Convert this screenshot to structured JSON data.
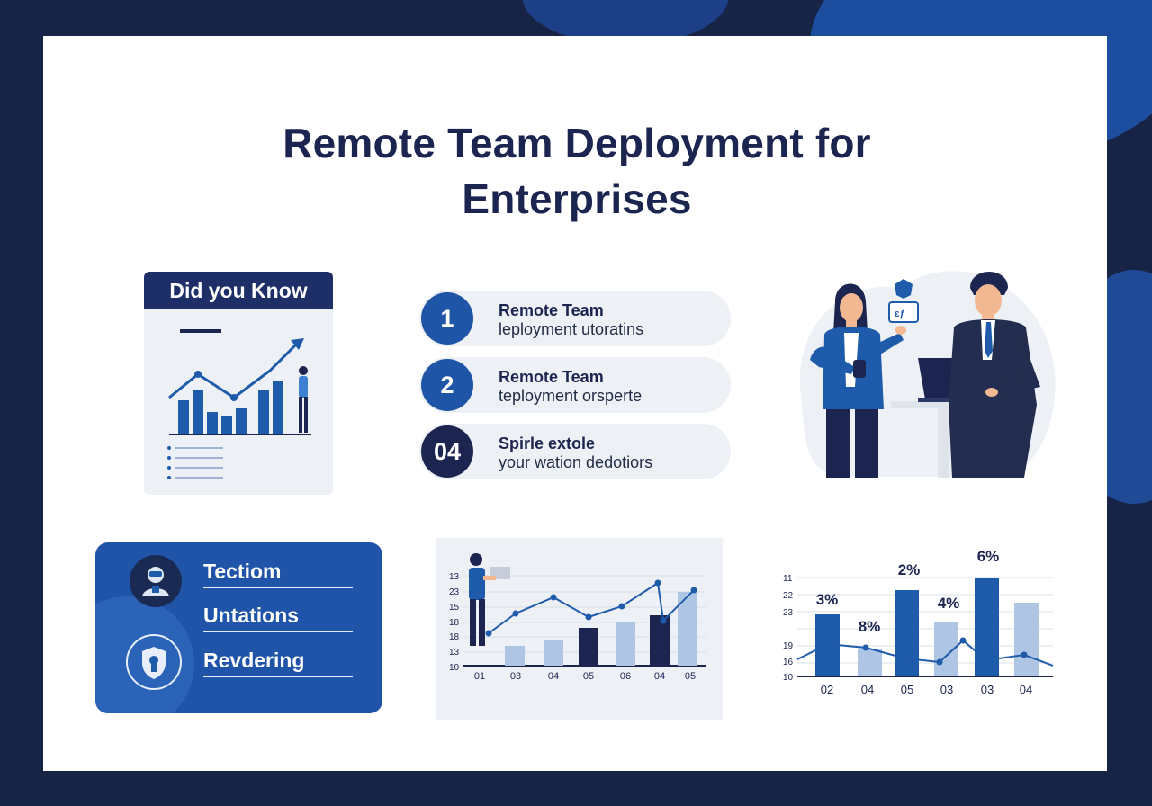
{
  "title_lines": [
    "Remote Team Deployment for",
    "Enterprises"
  ],
  "did_you_know": {
    "heading": "Did you Know"
  },
  "steps": [
    {
      "number": "1",
      "title": "Remote Team",
      "subtitle": "leployment utoratins",
      "color": "#1f55a6"
    },
    {
      "number": "2",
      "title": "Remote Team",
      "subtitle": "teployment orsperte",
      "color": "#1f55a6"
    },
    {
      "number": "04",
      "title": "Spirle extole",
      "subtitle": "your wation dedotiors",
      "color": "#1b2550"
    }
  ],
  "features": [
    {
      "label": "Tectiom",
      "icon": "robot-icon"
    },
    {
      "label": "Untations",
      "icon": "none"
    },
    {
      "label": "Revdering",
      "icon": "shield-icon"
    }
  ],
  "chart_left": {
    "type": "bar",
    "y_ticks": [
      "13",
      "23",
      "15",
      "18",
      "18",
      "13",
      "10"
    ],
    "categories": [
      "01",
      "03",
      "04",
      "05",
      "06",
      "04",
      "05"
    ]
  },
  "chart_right": {
    "type": "bar",
    "y_ticks": [
      "11",
      "22",
      "23",
      "19",
      "16",
      "10"
    ],
    "categories": [
      "02",
      "04",
      "05",
      "03",
      "03",
      "04"
    ],
    "data_labels": [
      "3%",
      "8%",
      "2%",
      "4%",
      "6%"
    ]
  },
  "colors": {
    "navy": "#1b2550",
    "blue": "#1f5bab",
    "light_blue": "#aec6e4",
    "frame": "#172445"
  }
}
